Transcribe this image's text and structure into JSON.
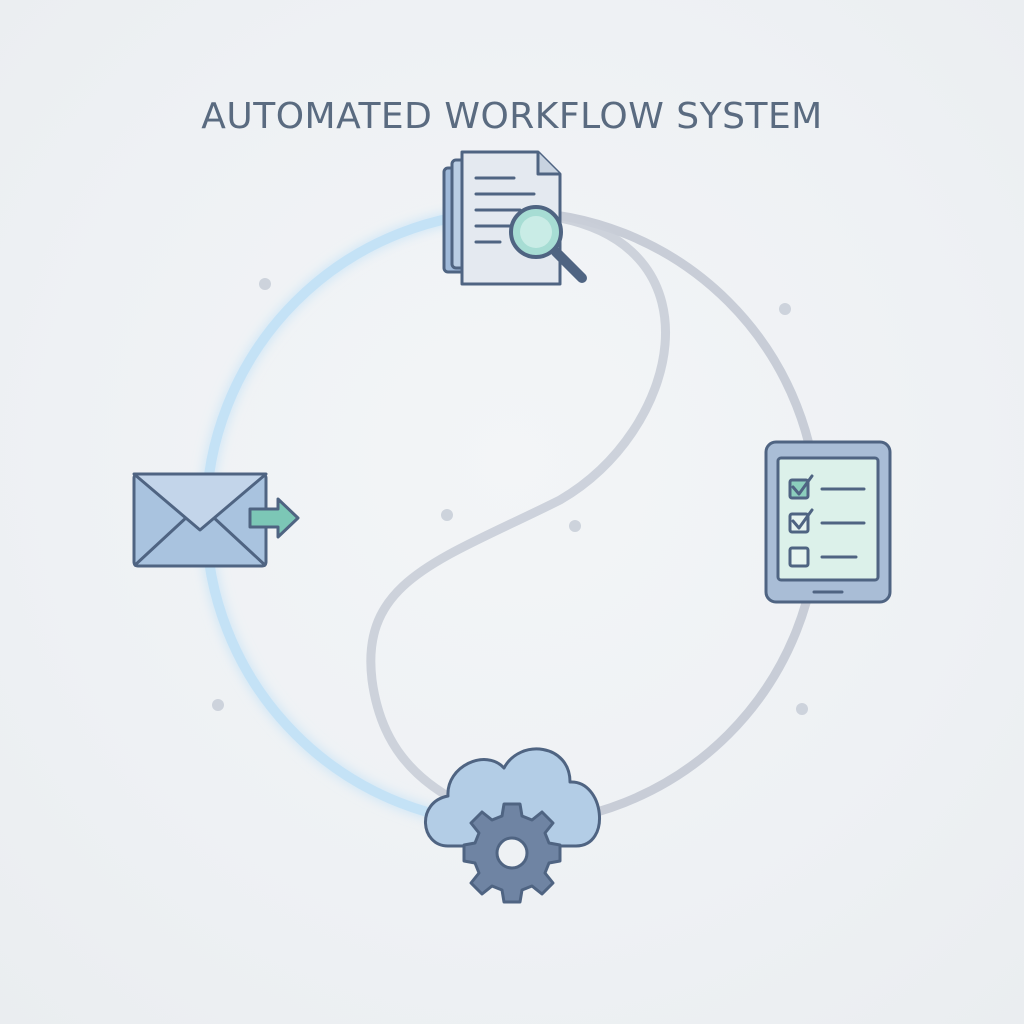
{
  "diagram": {
    "title": "AUTOMATED WORKFLOW SYSTEM",
    "nodes": [
      {
        "id": "document-review",
        "icon": "document-search-icon"
      },
      {
        "id": "checklist-tablet",
        "icon": "tablet-checklist-icon"
      },
      {
        "id": "cloud-processing",
        "icon": "cloud-gear-icon"
      },
      {
        "id": "email-send",
        "icon": "email-send-icon"
      }
    ],
    "checklist_items": [
      {
        "checked": true
      },
      {
        "checked": true
      },
      {
        "checked": false
      }
    ]
  },
  "colors": {
    "background": "#eef1f4",
    "ring_left": "#bfdff5",
    "ring_right": "#c9ced8",
    "icon_fill": "#a9c3df",
    "icon_stroke": "#4f6482",
    "accent_teal": "#7cc7b6",
    "screen_fill": "#dff2ec"
  }
}
